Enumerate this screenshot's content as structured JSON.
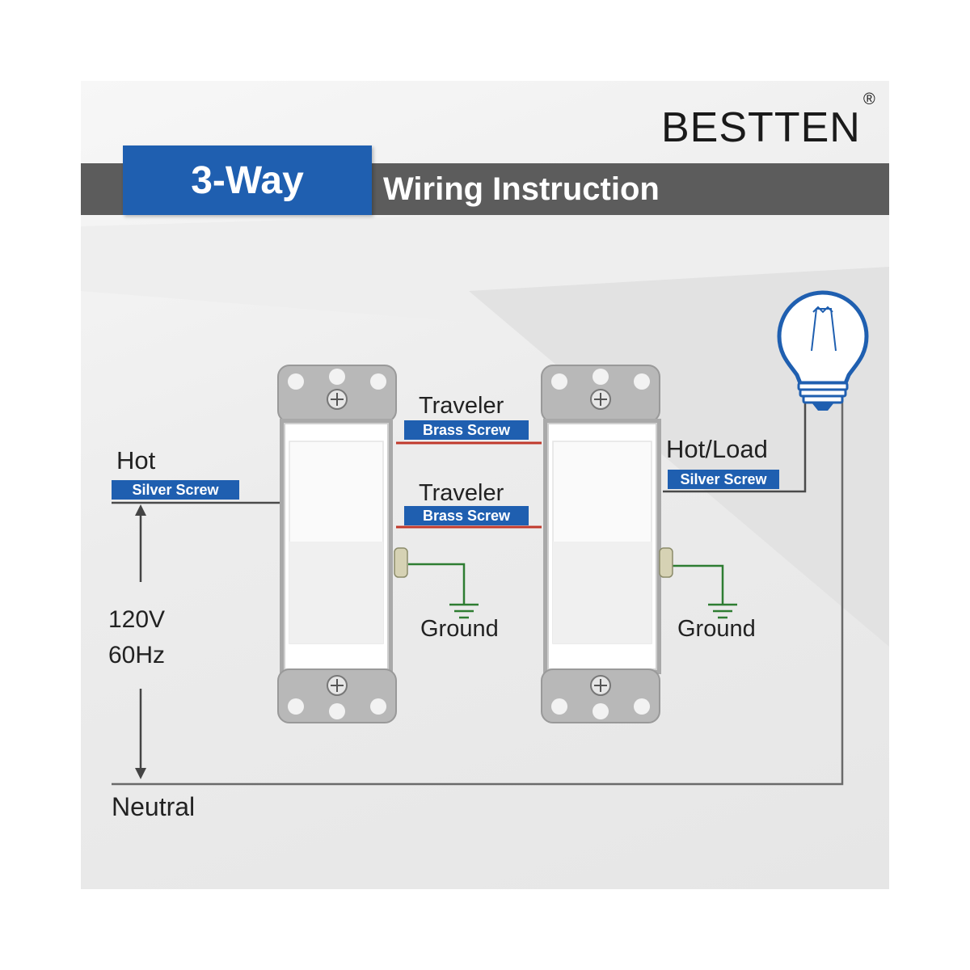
{
  "brand": {
    "name": "BESTTEN",
    "reg": "®"
  },
  "title": {
    "badge": "3-Way",
    "subtitle": "Wiring Instruction"
  },
  "labels": {
    "hot": "Hot",
    "hot_screw": "Silver Screw",
    "traveler_top": "Traveler",
    "traveler_top_screw": "Brass Screw",
    "traveler_bottom": "Traveler",
    "traveler_bottom_screw": "Brass Screw",
    "hot_load": "Hot/Load",
    "hot_load_screw": "Silver Screw",
    "ground_left": "Ground",
    "ground_right": "Ground",
    "voltage": "120V",
    "frequency": "60Hz",
    "neutral": "Neutral"
  },
  "colors": {
    "accent_blue": "#1f5fb0",
    "title_bar": "#5c5c5c",
    "traveler_wire": "#c0392b",
    "ground_wire": "#2e7d32",
    "bulb_outline": "#1f5fb0"
  },
  "icons": {
    "bulb": "light-bulb-icon",
    "ground": "ground-symbol-icon",
    "switch": "toggle-switch-icon"
  }
}
